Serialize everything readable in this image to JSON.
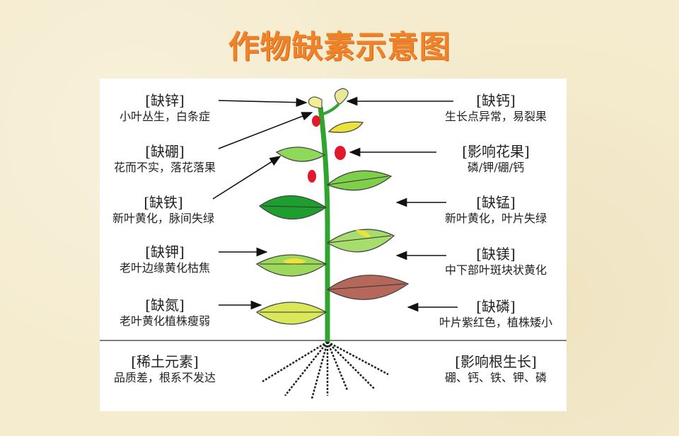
{
  "title": "作物缺素示意图",
  "left_labels": [
    {
      "head": "[缺锌]",
      "desc": "小叶丛生，白条症"
    },
    {
      "head": "[缺硼]",
      "desc": "花而不实，落花落果"
    },
    {
      "head": "[缺铁]",
      "desc": "新叶黄化，脉间失绿"
    },
    {
      "head": "[缺钾]",
      "desc": "老叶边缘黄化枯焦"
    },
    {
      "head": "[缺氮]",
      "desc": "老叶黄化植株瘦弱"
    },
    {
      "head": "[稀土元素]",
      "desc": "品质差，根系不发达"
    }
  ],
  "right_labels": [
    {
      "head": "[缺钙]",
      "desc": "生长点异常，易裂果"
    },
    {
      "head": "[影响花果]",
      "desc": "磷/钾/硼/钙"
    },
    {
      "head": "[缺锰]",
      "desc": "新叶黄化，叶片失绿"
    },
    {
      "head": "[缺镁]",
      "desc": "中下部叶斑块状黄化"
    },
    {
      "head": "[缺磷]",
      "desc": "叶片紫红色，植株矮小"
    },
    {
      "head": "[影响根生长]",
      "desc": "硼、钙、铁、钾、磷"
    }
  ],
  "colors": {
    "title": "#f0832a",
    "stem": "#2fa52f",
    "leaf_dark_green": "#1e9e2e",
    "leaf_light_green": "#7fcf4a",
    "leaf_yellow": "#ece33a",
    "leaf_purple": "#b5685a",
    "fruit_red": "#e01a2c",
    "line": "#111111"
  }
}
